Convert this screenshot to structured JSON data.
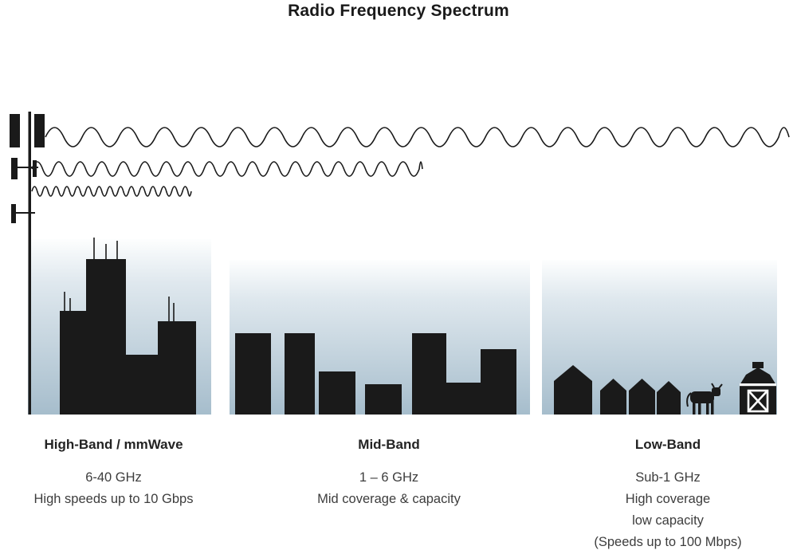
{
  "title": "Radio Frequency Spectrum",
  "bands": [
    {
      "id": "high-band",
      "name": "High-Band / mmWave",
      "lines": [
        "6-40 GHz",
        "High speeds up to 10 Gbps"
      ],
      "scene": "city skyscrapers with rooftop antennas",
      "wave": "short wavelength, shortest reach"
    },
    {
      "id": "mid-band",
      "name": "Mid-Band",
      "lines": [
        "1 – 6 GHz",
        "Mid coverage & capacity"
      ],
      "scene": "mid-rise town buildings",
      "wave": "medium wavelength, medium reach"
    },
    {
      "id": "low-band",
      "name": "Low-Band",
      "lines": [
        "Sub-1 GHz",
        "High coverage",
        "low capacity",
        "(Speeds up to 100 Mbps)"
      ],
      "scene": "rural houses, cow and barn",
      "wave": "long wavelength, longest reach"
    }
  ],
  "icons": [
    "cell-tower-icon",
    "radio-wave-long-icon",
    "radio-wave-medium-icon",
    "radio-wave-short-icon",
    "skyline-highband-icon",
    "skyline-midband-icon",
    "houses-lowband-icon",
    "cow-icon",
    "barn-icon"
  ],
  "colors": {
    "ink": "#1a1a1a",
    "text": "#3d3d3d",
    "sky_top": "#fdfefe",
    "sky_bottom": "#a6bdcc"
  }
}
